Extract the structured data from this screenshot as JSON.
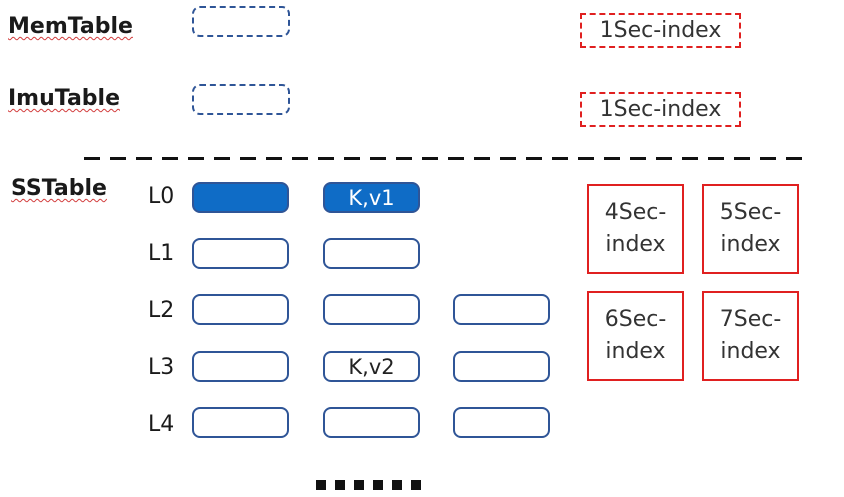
{
  "labels": {
    "memtable": "MemTable",
    "imutable": "ImuTable",
    "sstable": "SSTable"
  },
  "memtable_index": "1Sec-index",
  "imutable_index": "1Sec-index",
  "levels": [
    "L0",
    "L1",
    "L2",
    "L3",
    "L4"
  ],
  "sstables": {
    "l0_c2": "K,v1",
    "l3_c2": "K,v2"
  },
  "secondary_indexes": {
    "idx4": "4Sec-\nindex",
    "idx5": "5Sec-\nindex",
    "idx6": "6Sec-\nindex",
    "idx7": "7Sec-\nindex"
  },
  "colors": {
    "blue_border": "#2f5597",
    "blue_fill": "#0f6cc6",
    "red": "#e02020"
  }
}
